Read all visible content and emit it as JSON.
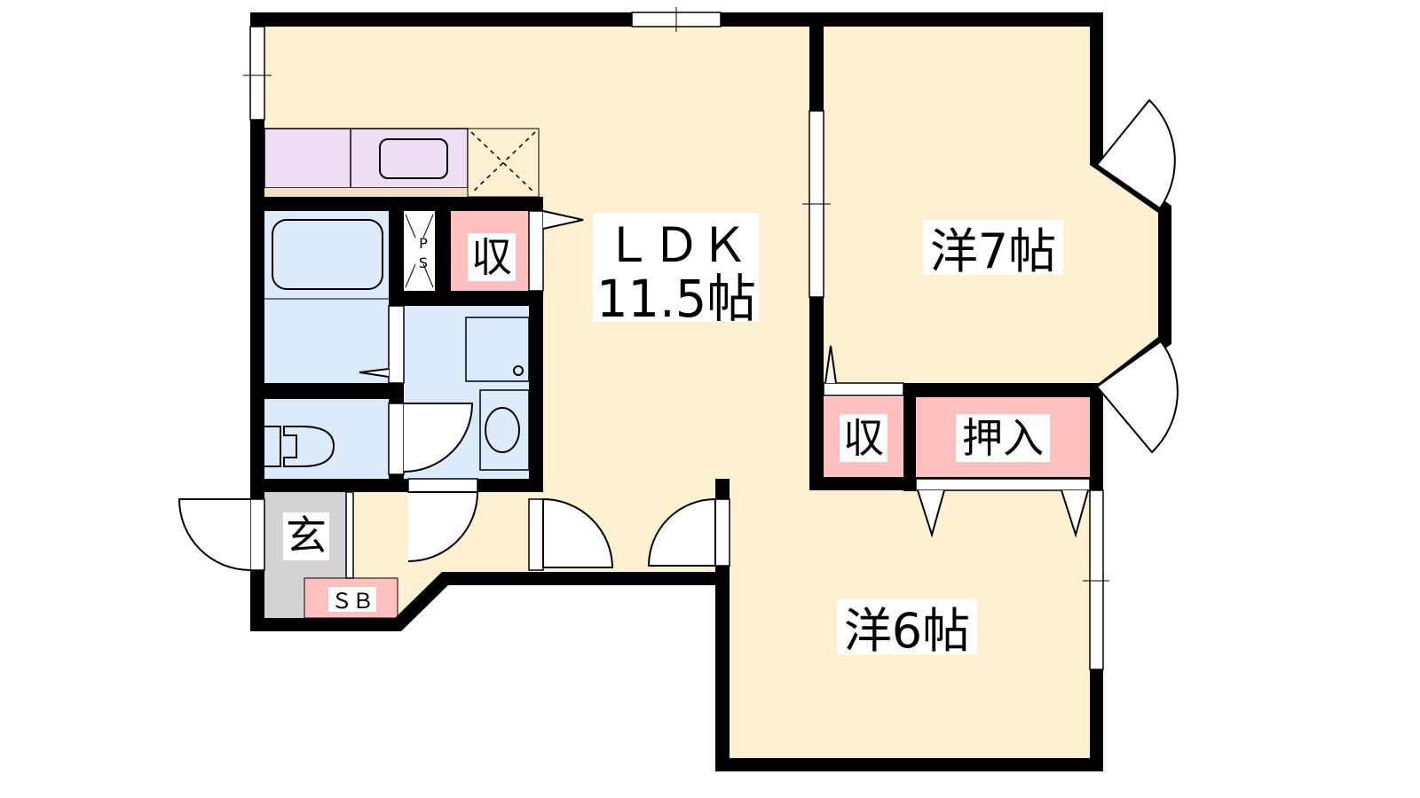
{
  "rooms": {
    "ldk": {
      "line1": "ＬＤＫ",
      "line2": "11.5帖"
    },
    "western7": "洋7帖",
    "western6": "洋6帖",
    "storage_kitchen": "収",
    "storage_west": "収",
    "oshiire": "押入",
    "genkan": "玄",
    "shoe_box": "ＳＢ",
    "pipe_space_1": "P",
    "pipe_space_2": "S"
  },
  "colors": {
    "floor": "#FEF0D0",
    "wet_area": "#DCEBFC",
    "kitchen": "#EEDFF5",
    "storage": "#FFBFBF",
    "entrance": "#D3D3D3",
    "wall": "#000000"
  }
}
